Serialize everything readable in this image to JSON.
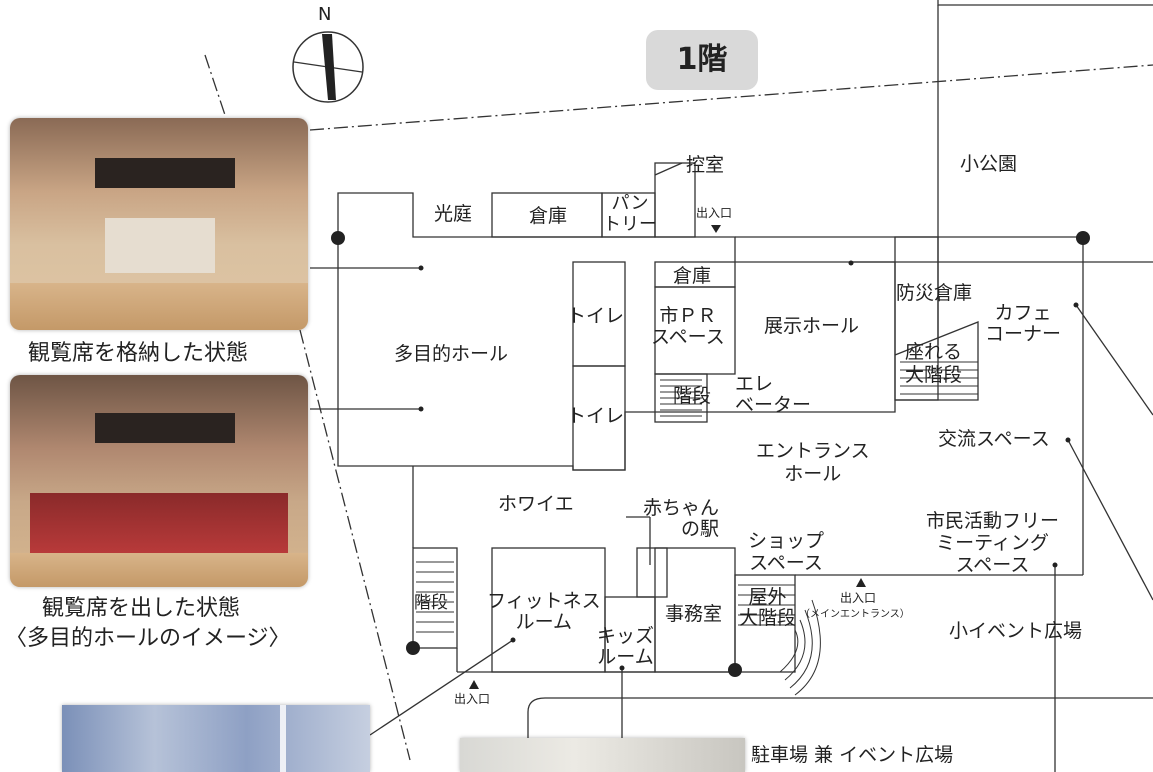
{
  "floor": "1階",
  "compass": "N",
  "captions": {
    "stored": "観覧席を格納した状態",
    "extended": "観覧席を出した状態",
    "hall_image": "〈多目的ホールのイメージ〉"
  },
  "rooms": {
    "courtyard": "光庭",
    "storage_top": "倉庫",
    "pantry": "パン\nトリー",
    "waiting_room": "控室",
    "entrance_top": "出入口",
    "park": "小公園",
    "storage_mid": "倉庫",
    "pr_space": "市ＰＲ\nスペース",
    "toilet_1": "トイレ",
    "toilet_2": "トイレ",
    "multi_hall": "多目的ホール",
    "exhibit_hall": "展示ホール",
    "disaster_storage": "防災倉庫",
    "cafe": "カフェ\nコーナー",
    "big_stairs_seat": "座れる\n大階段",
    "stairs_mid": "階段",
    "elevator": "エレ\nベーター",
    "entrance_hall": "エントランス\nホール",
    "exchange_space": "交流スペース",
    "foyer": "ホワイエ",
    "baby_station": "赤ちゃん\nの駅",
    "shop_space": "ショップ\nスペース",
    "free_meeting": "市民活動フリー\nミーティング\nスペース",
    "stairs_left": "階段",
    "fitness_room": "フィットネス\nルーム",
    "office": "事務室",
    "outdoor_stairs": "屋外\n大階段",
    "main_entrance": "出入口",
    "main_entrance_note": "（メインエントランス）",
    "kids_room": "キッズ\nルーム",
    "small_event": "小イベント広場",
    "entrance_bottom": "出入口",
    "parking": "駐車場 兼 イベント広場"
  }
}
